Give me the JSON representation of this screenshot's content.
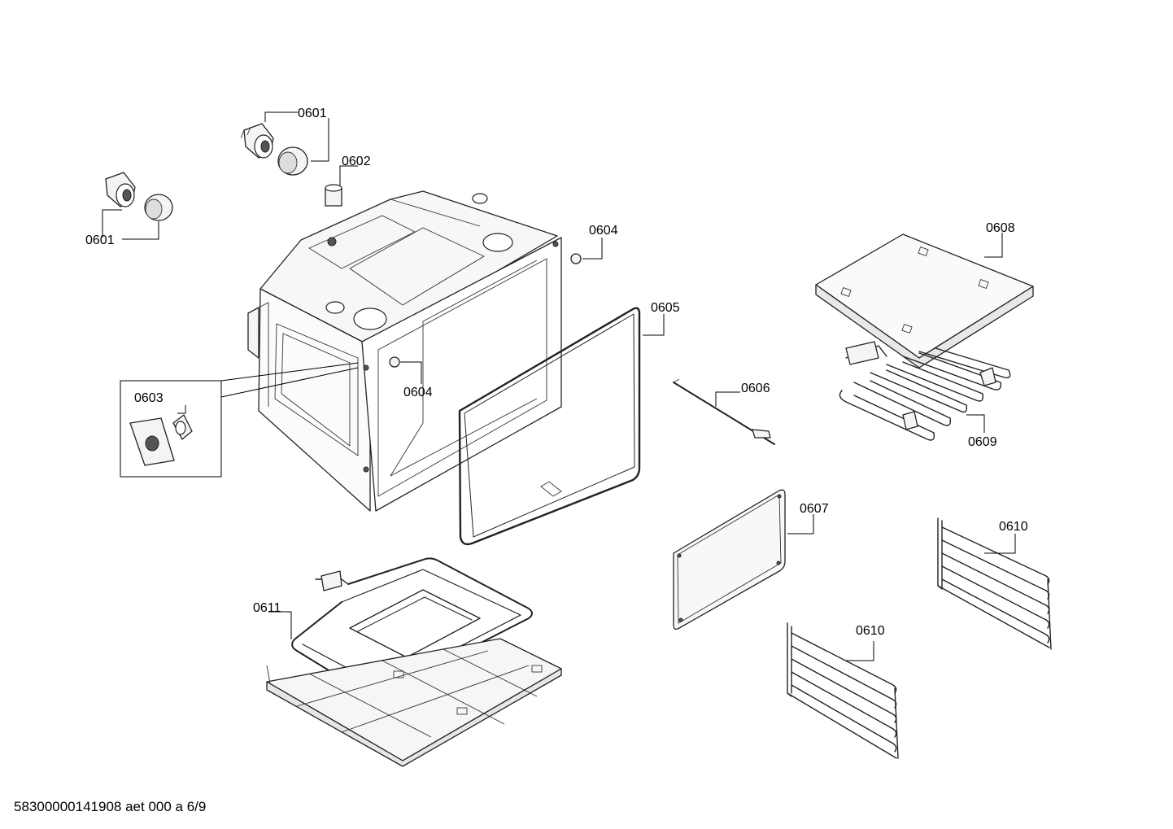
{
  "labels": {
    "p0601a": "0601",
    "p0601b": "0601",
    "p0602": "0602",
    "p0603": "0603",
    "p0604a": "0604",
    "p0604b": "0604",
    "p0605": "0605",
    "p0606": "0606",
    "p0607": "0607",
    "p0608": "0608",
    "p0609": "0609",
    "p0610a": "0610",
    "p0610b": "0610",
    "p0611": "0611"
  },
  "footer": "58300000141908 aet 000 a 6/9"
}
